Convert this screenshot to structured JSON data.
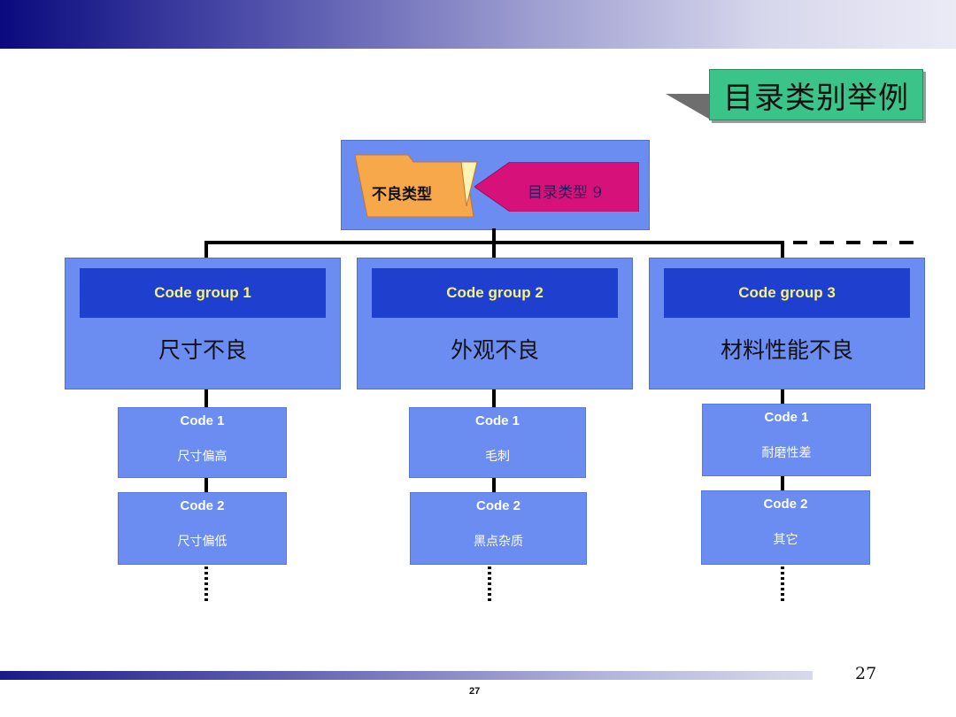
{
  "title": "目录类别举例",
  "catalog": {
    "folder_label": "不良类型",
    "arrow_label": "目录类型 9"
  },
  "groups": [
    {
      "header": "Code group 1",
      "name": "尺寸不良",
      "codes": [
        {
          "code": "Code 1",
          "desc": "尺寸偏高"
        },
        {
          "code": "Code 2",
          "desc": "尺寸偏低"
        }
      ]
    },
    {
      "header": "Code group 2",
      "name": "外观不良",
      "codes": [
        {
          "code": "Code 1",
          "desc": "毛刺"
        },
        {
          "code": "Code 2",
          "desc": "黑点杂质"
        }
      ]
    },
    {
      "header": "Code group 3",
      "name": "材料性能不良",
      "codes": [
        {
          "code": "Code 1",
          "desc": "耐磨性差"
        },
        {
          "code": "Code 2",
          "desc": "其它"
        }
      ]
    }
  ],
  "page_number": "27",
  "footer_number": "27",
  "colors": {
    "panel": "#6b8df2",
    "header": "#1f3fcf",
    "header_text": "#f6f27a",
    "title_box": "#3bc48a",
    "folder": "#f7a84a",
    "arrow": "#d6127a"
  }
}
